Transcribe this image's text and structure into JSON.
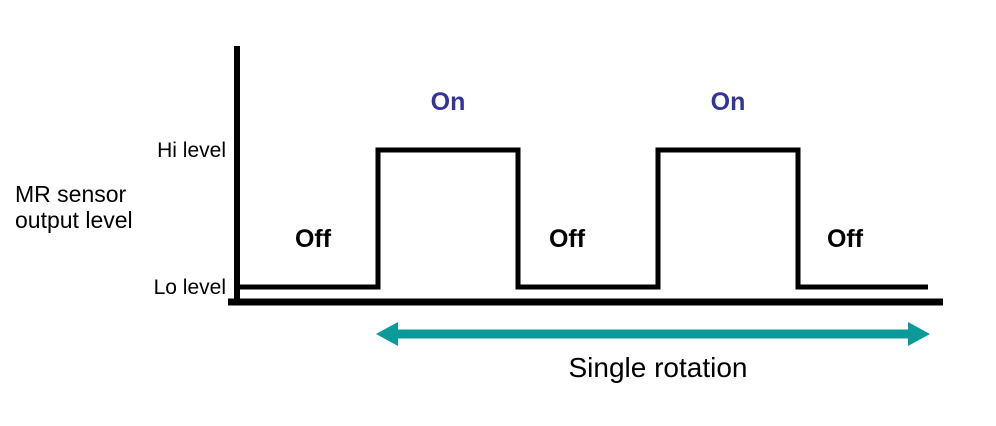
{
  "figure": {
    "background_color": "#ffffff",
    "axis_color": "#000000",
    "signal_color": "#000000",
    "on_label_color": "#33339a",
    "arrow_color": "#0b9a9a"
  },
  "axes": {
    "y_axis_title": "MR sensor\noutput level",
    "hi_level_label": "Hi level",
    "lo_level_label": "Lo level"
  },
  "states": {
    "off_1": "Off",
    "on_1": "On",
    "off_2": "Off",
    "on_2": "On",
    "off_3": "Off"
  },
  "span": {
    "caption": "Single rotation"
  },
  "chart_data": {
    "type": "line",
    "title": "",
    "xlabel": "",
    "ylabel": "MR sensor output level",
    "subtitle": "",
    "grid": false,
    "legend": "none",
    "y_tick_labels": [
      "Lo level",
      "Hi level"
    ],
    "y_levels": {
      "lo": 0,
      "hi": 1
    },
    "ylim": [
      0,
      1
    ],
    "xlim": [
      0,
      100
    ],
    "series": [
      {
        "name": "MR sensor output",
        "style": "square-wave",
        "x": [
          0,
          20,
          20,
          40,
          40,
          60,
          60,
          80,
          80,
          100
        ],
        "values": [
          0,
          0,
          1,
          1,
          0,
          0,
          1,
          1,
          0,
          0
        ]
      }
    ],
    "annotations": [
      {
        "text": "Off",
        "state": "low",
        "x_center": 10,
        "color": "#000000"
      },
      {
        "text": "On",
        "state": "high",
        "x_center": 30,
        "color": "#33339a"
      },
      {
        "text": "Off",
        "state": "low",
        "x_center": 50,
        "color": "#000000"
      },
      {
        "text": "On",
        "state": "high",
        "x_center": 70,
        "color": "#33339a"
      },
      {
        "text": "Off",
        "state": "low",
        "x_center": 90,
        "color": "#000000"
      }
    ],
    "span_marker": {
      "label": "Single rotation",
      "x_start": 20,
      "x_end": 100,
      "arrow": "double",
      "color": "#0b9a9a"
    }
  }
}
